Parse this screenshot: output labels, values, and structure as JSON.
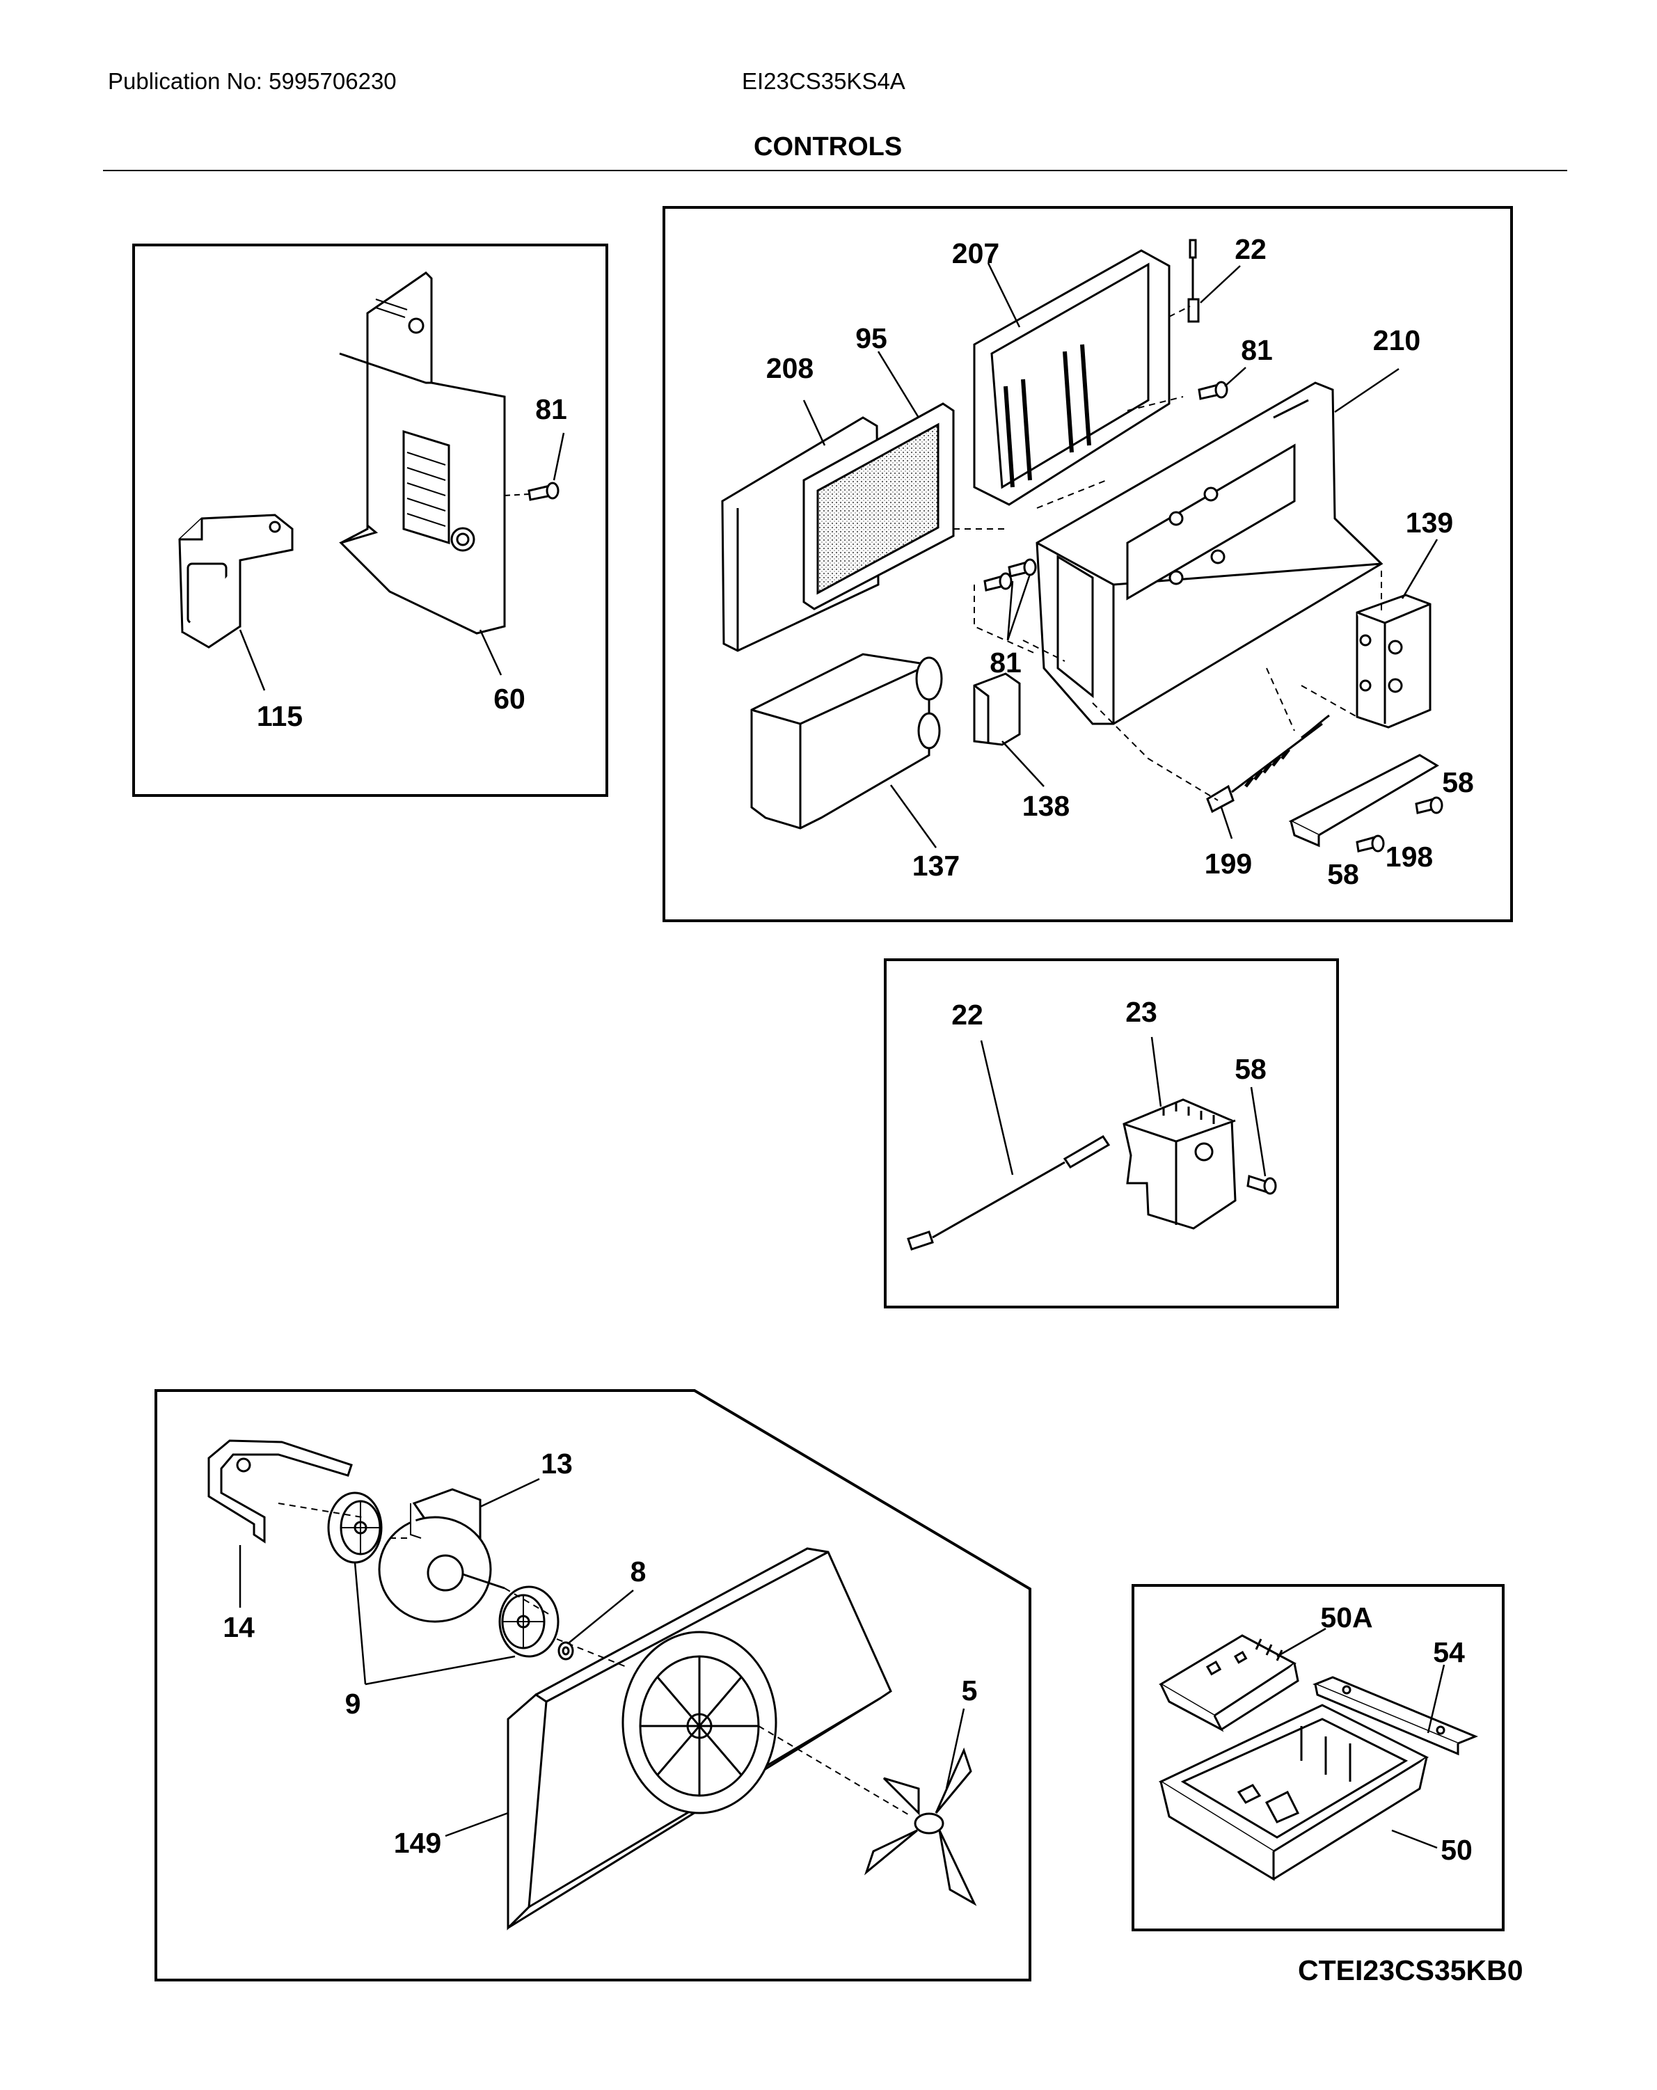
{
  "header": {
    "publication": "Publication No: 5995706230",
    "model": "EI23CS35KS4A",
    "title": "CONTROLS"
  },
  "panels": {
    "top_left": {
      "labels": {
        "p81": "81",
        "p115": "115",
        "p60": "60"
      }
    },
    "top_right": {
      "labels": {
        "p207": "207",
        "p22": "22",
        "p81a": "81",
        "p210": "210",
        "p208": "208",
        "p95": "95",
        "p139": "139",
        "p81b": "81",
        "p138": "138",
        "p137": "137",
        "p199": "199",
        "p58a": "58",
        "p198": "198",
        "p58b": "58"
      }
    },
    "middle": {
      "labels": {
        "p22": "22",
        "p23": "23",
        "p58": "58"
      }
    },
    "bottom_left": {
      "labels": {
        "p13": "13",
        "p14": "14",
        "p8": "8",
        "p9": "9",
        "p5": "5",
        "p149": "149"
      }
    },
    "bottom_right": {
      "labels": {
        "p50A": "50A",
        "p54": "54",
        "p50": "50"
      }
    }
  },
  "footer_code": "CTEI23CS35KB0"
}
